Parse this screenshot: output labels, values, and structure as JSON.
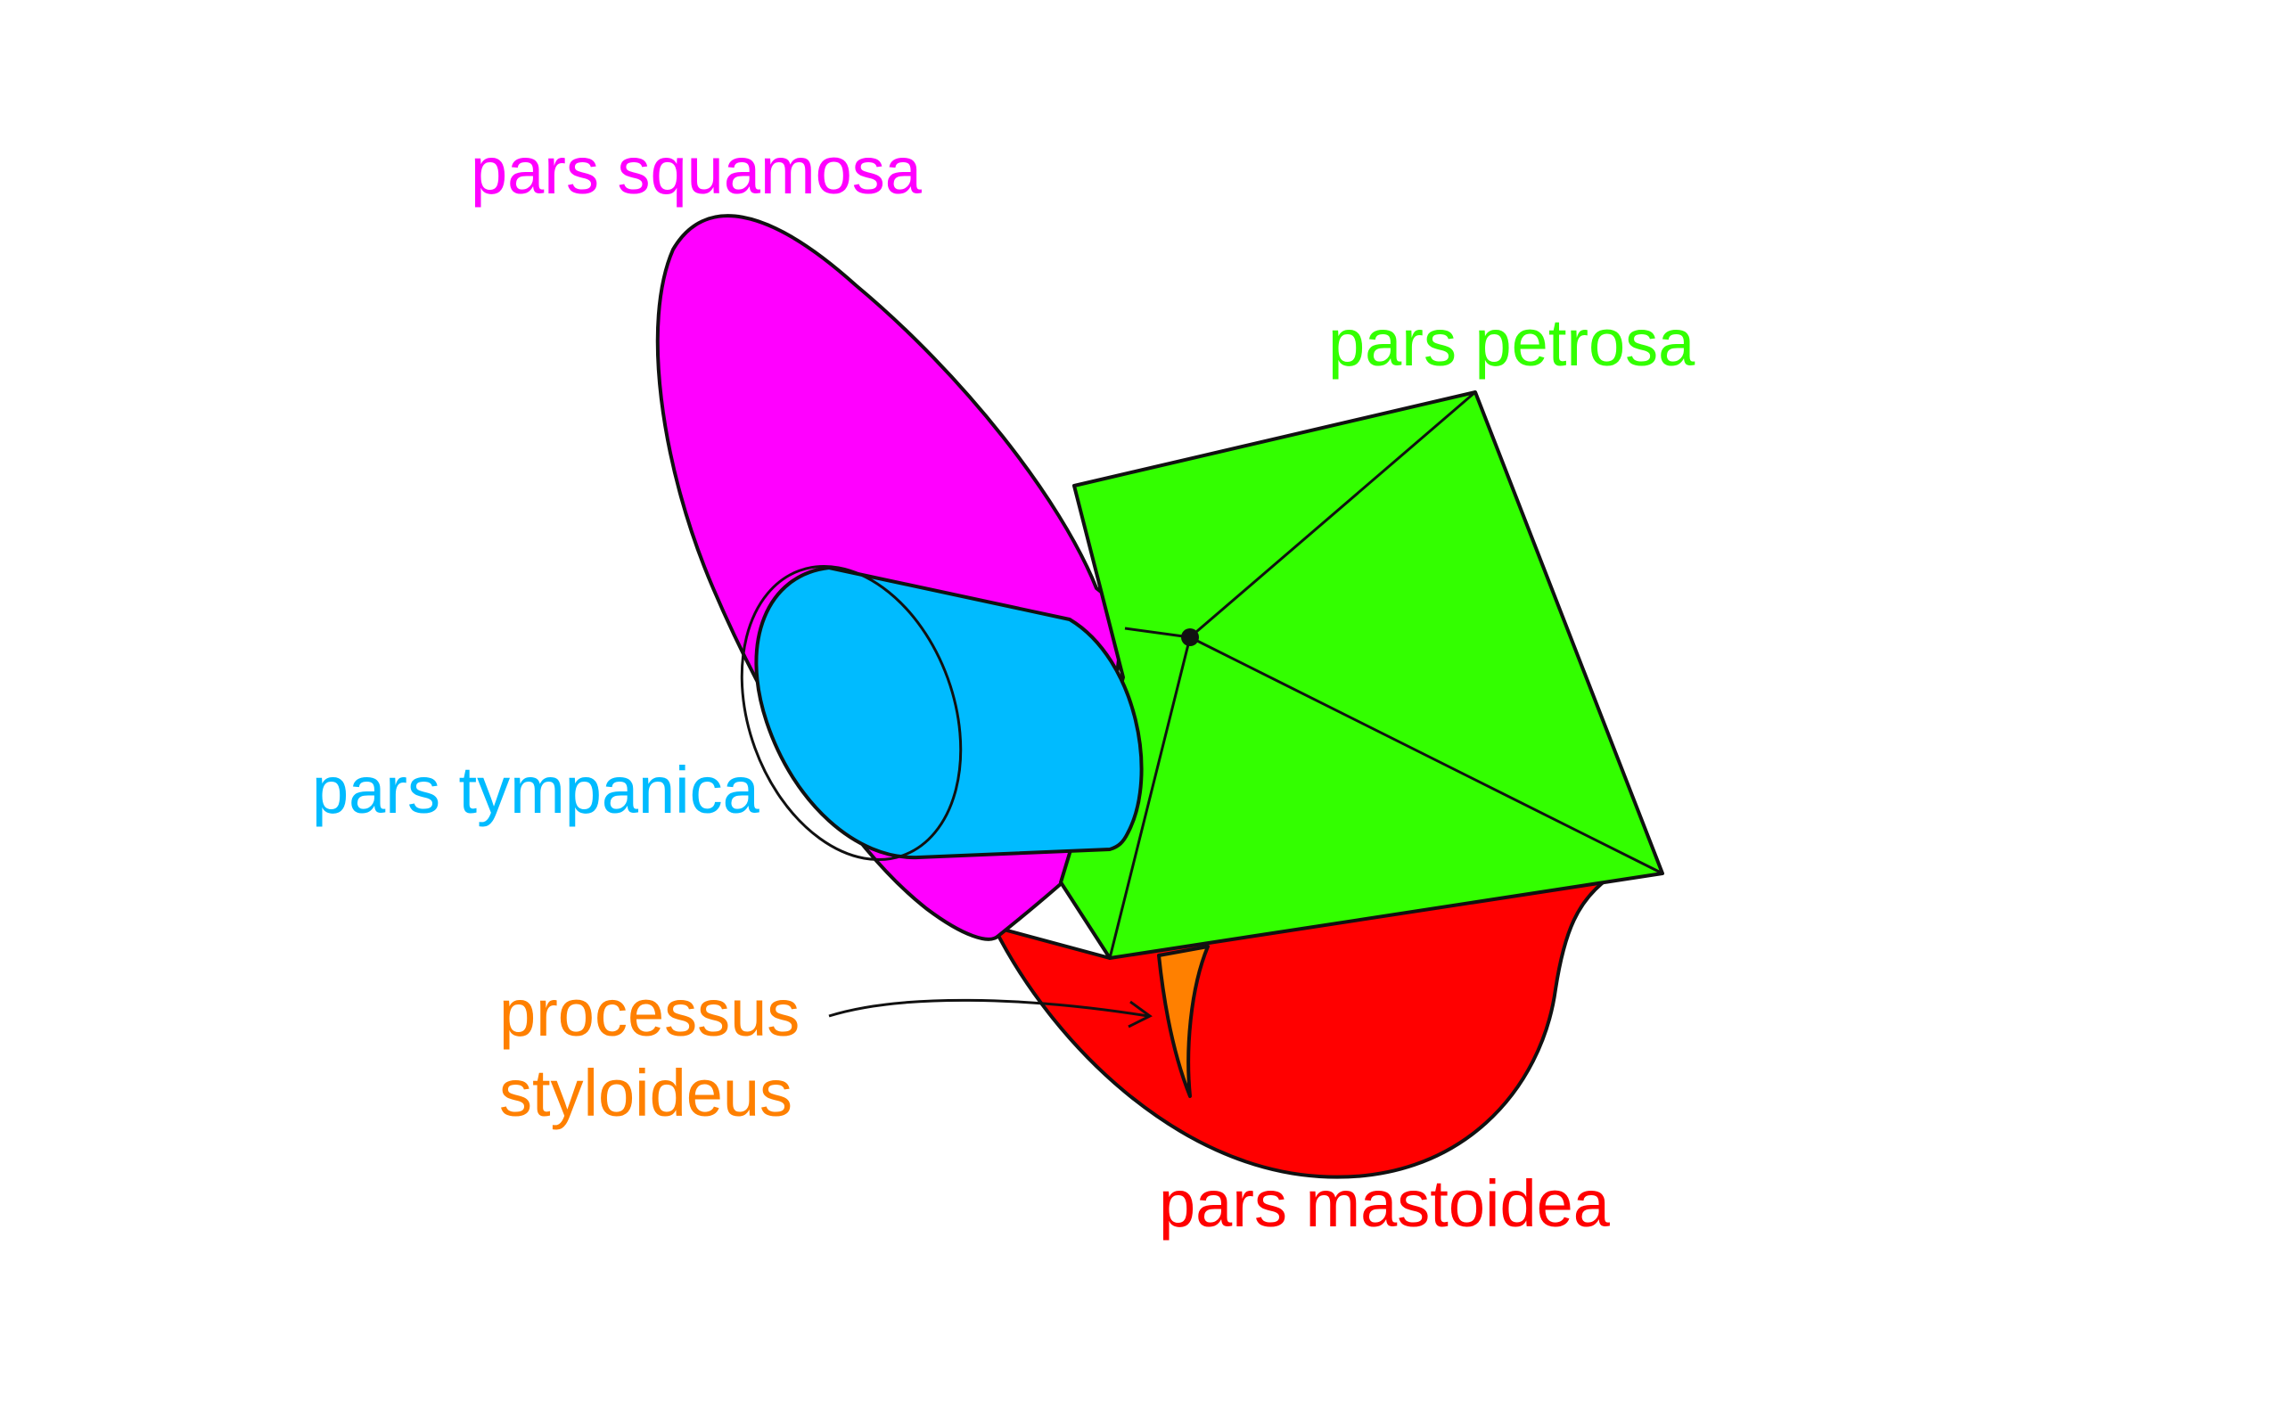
{
  "labels": {
    "squamosa": "pars squamosa",
    "petrosa": "pars petrosa",
    "tympanica": "pars tympanica",
    "styloideus_line1": "processus",
    "styloideus_line2": "styloideus",
    "mastoidea": "pars mastoidea"
  },
  "colors": {
    "squamosa": "#ff00ff",
    "petrosa": "#33ff00",
    "tympanica": "#00bbff",
    "styloideus": "#ff8000",
    "mastoidea": "#ff0000",
    "outline": "#111111"
  },
  "shapes": {
    "squamosa": "ellipse",
    "petrosa": "pyramid",
    "tympanica": "cylinder",
    "styloideus": "spike",
    "mastoidea": "rounded-bulge"
  }
}
